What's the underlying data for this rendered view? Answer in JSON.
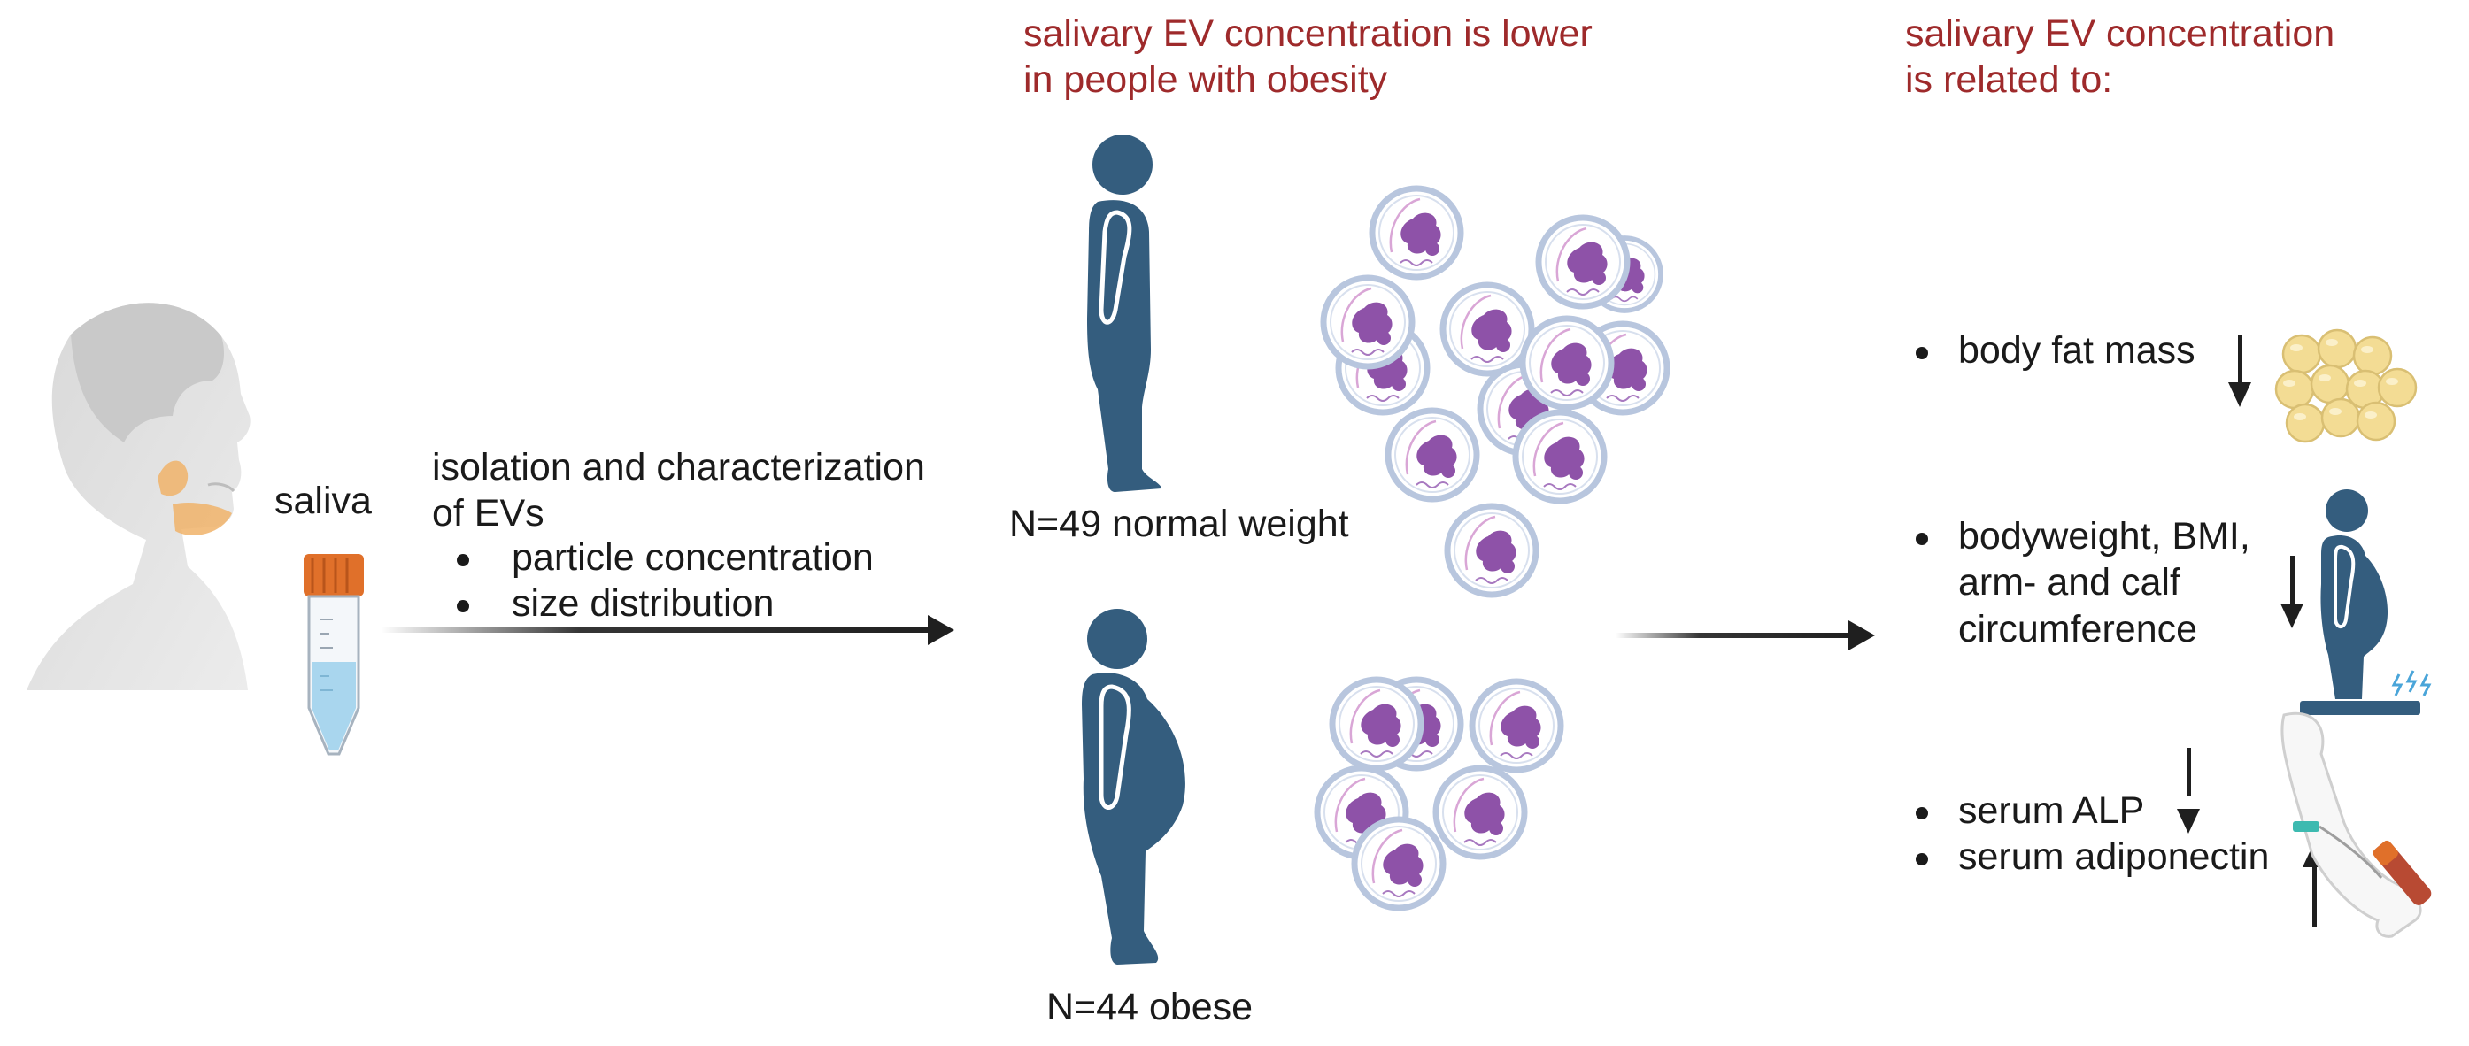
{
  "step1": {
    "label": "saliva"
  },
  "step2": {
    "title_line1": "isolation and characterization",
    "title_line2": "of EVs",
    "bullets": [
      "particle concentration",
      "size distribution"
    ]
  },
  "middle": {
    "heading_line1": "salivary EV concentration is lower",
    "heading_line2": "in people with obesity",
    "group_normal": "N=49 normal weight",
    "group_obese": "N=44 obese"
  },
  "right": {
    "heading_line1": "salivary EV concentration",
    "heading_line2": "is related to:",
    "item1": "body fat mass",
    "item2_line1": "bodyweight, BMI,",
    "item2_line2": "arm- and calf",
    "item2_line3": "circumference",
    "item3_bullets": [
      "serum ALP",
      "serum adiponectin"
    ]
  },
  "colors": {
    "figure": "#345d7e",
    "heading": "#9e2a2b",
    "vesicle_ring": "#b8c6de",
    "vesicle_cargo": "#8e52a8",
    "tube_cap": "#e0702a",
    "tube_liquid": "#a9d6ee",
    "fat_cell": "#f3dc94",
    "gland": "#f0b36a"
  }
}
